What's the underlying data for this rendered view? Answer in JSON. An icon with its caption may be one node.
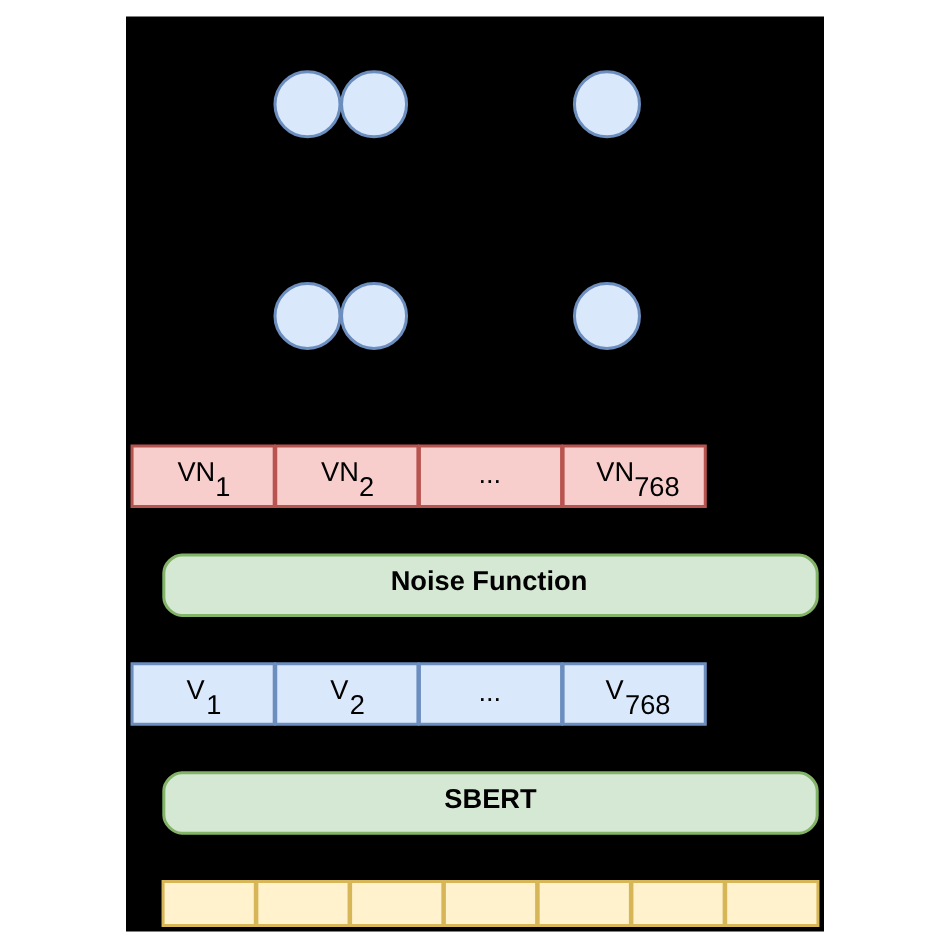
{
  "diagram": {
    "nodes": [
      {
        "text": [],
        "shape": "circle"
      },
      {
        "text": [],
        "shape": "circle"
      },
      {
        "text": [],
        "shape": "circle"
      },
      {
        "text": [],
        "shape": "circle"
      },
      {
        "text": [],
        "shape": "circle"
      },
      {
        "text": [],
        "shape": "circle"
      },
      {
        "text": [
          "VN$_{1}$"
        ]
      },
      {
        "text": [
          "VN$_{2}$"
        ]
      },
      {
        "text": [
          "..."
        ]
      },
      {
        "text": [
          "VN$_{768}$"
        ]
      },
      {
        "text": [
          "Noise Function"
        ]
      },
      {
        "text": [
          "V$_{1}$"
        ]
      },
      {
        "text": [
          "V$_{2}$"
        ]
      },
      {
        "text": [
          "..."
        ]
      },
      {
        "text": [
          "V$_{768}$"
        ]
      },
      {
        "text": [
          "SBERT"
        ]
      },
      {
        "text": [],
        "shape": "box"
      },
      {
        "text": [],
        "shape": "box"
      },
      {
        "text": [],
        "shape": "box"
      },
      {
        "text": [],
        "shape": "box"
      },
      {
        "text": [],
        "shape": "box"
      },
      {
        "text": [],
        "shape": "box"
      },
      {
        "text": [],
        "shape": "box"
      }
    ]
  }
}
